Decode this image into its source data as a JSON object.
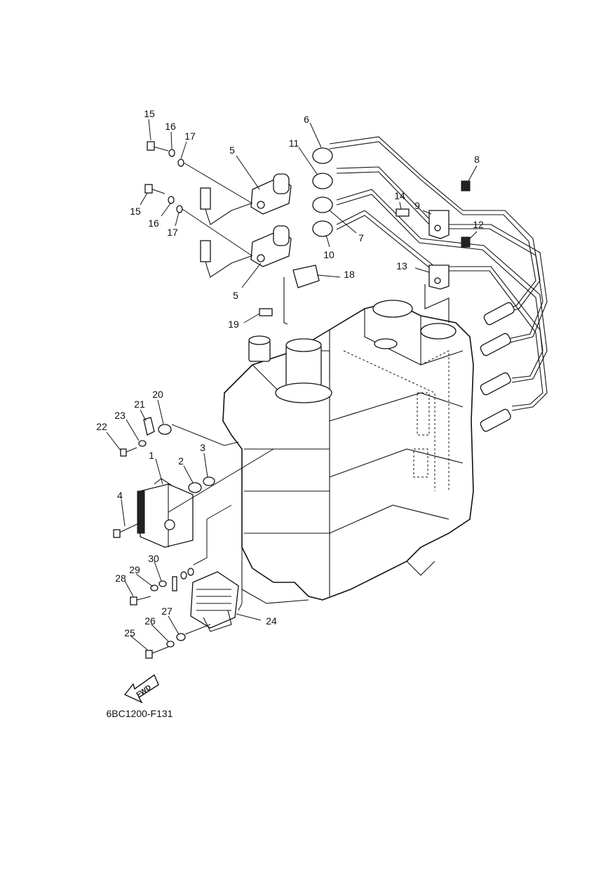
{
  "diagram_code": "6BC1200-F131",
  "fwd_label": "FWD",
  "callouts": [
    {
      "id": "c1",
      "label": "1"
    },
    {
      "id": "c2",
      "label": "2"
    },
    {
      "id": "c3",
      "label": "3"
    },
    {
      "id": "c4",
      "label": "4"
    },
    {
      "id": "c5a",
      "label": "5"
    },
    {
      "id": "c5b",
      "label": "5"
    },
    {
      "id": "c6",
      "label": "6"
    },
    {
      "id": "c7",
      "label": "7"
    },
    {
      "id": "c8",
      "label": "8"
    },
    {
      "id": "c9",
      "label": "9"
    },
    {
      "id": "c10",
      "label": "10"
    },
    {
      "id": "c11",
      "label": "11"
    },
    {
      "id": "c12",
      "label": "12"
    },
    {
      "id": "c13",
      "label": "13"
    },
    {
      "id": "c14",
      "label": "14"
    },
    {
      "id": "c15a",
      "label": "15"
    },
    {
      "id": "c15b",
      "label": "15"
    },
    {
      "id": "c16a",
      "label": "16"
    },
    {
      "id": "c16b",
      "label": "16"
    },
    {
      "id": "c17a",
      "label": "17"
    },
    {
      "id": "c17b",
      "label": "17"
    },
    {
      "id": "c18",
      "label": "18"
    },
    {
      "id": "c19",
      "label": "19"
    },
    {
      "id": "c20",
      "label": "20"
    },
    {
      "id": "c21",
      "label": "21"
    },
    {
      "id": "c22",
      "label": "22"
    },
    {
      "id": "c23",
      "label": "23"
    },
    {
      "id": "c24",
      "label": "24"
    },
    {
      "id": "c25",
      "label": "25"
    },
    {
      "id": "c26",
      "label": "26"
    },
    {
      "id": "c27",
      "label": "27"
    },
    {
      "id": "c28",
      "label": "28"
    },
    {
      "id": "c29",
      "label": "29"
    },
    {
      "id": "c30",
      "label": "30"
    }
  ]
}
